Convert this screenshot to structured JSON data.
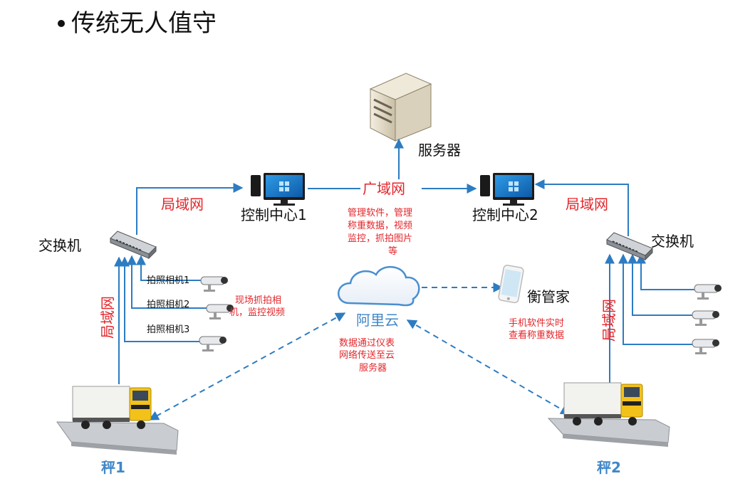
{
  "title": "传统无人值守",
  "server": {
    "label": "服务器"
  },
  "wan": {
    "label": "广域网",
    "note": [
      "管理软件，管理",
      "称重数据，视频",
      "监控，抓拍图片",
      "等"
    ]
  },
  "control1": {
    "label": "控制中心1"
  },
  "control2": {
    "label": "控制中心2"
  },
  "lan_labels": {
    "top_left": "局域网",
    "top_right": "局域网",
    "vertical_left": "局域网",
    "vertical_right": "局域网"
  },
  "switch_left": {
    "label": "交换机"
  },
  "switch_right": {
    "label": "交换机"
  },
  "cameras": {
    "cam1": "拍照相机1",
    "cam2": "拍照相机2",
    "cam3": "拍照相机3",
    "note": [
      "现场抓拍相",
      "机，监控视频"
    ]
  },
  "cloud": {
    "label": "阿里云",
    "note": [
      "数据通过仪表",
      "网络传送至云",
      "服务器"
    ]
  },
  "phone": {
    "label": "衡管家",
    "note": [
      "手机软件实时",
      "查看称重数据"
    ]
  },
  "scale1": {
    "label": "秤1"
  },
  "scale2": {
    "label": "秤2"
  }
}
